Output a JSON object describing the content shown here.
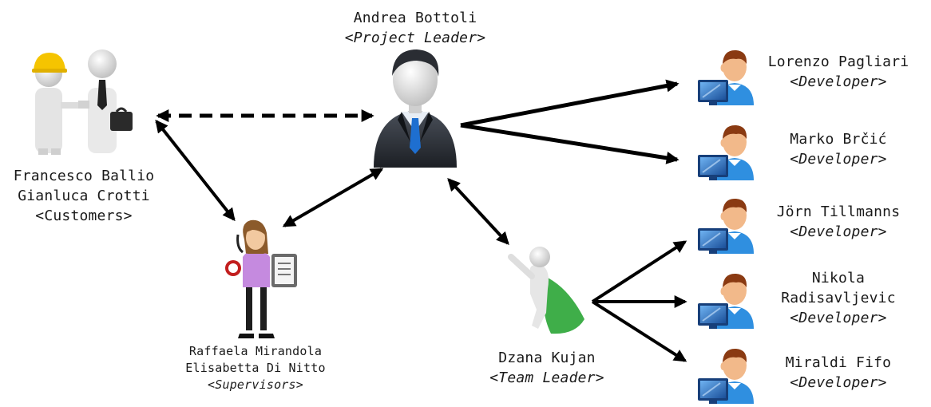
{
  "colors": {
    "arrow": "#000000",
    "suit": "#2b2f36",
    "shirt": "#e8eef5",
    "tie": "#1e6fd0",
    "skin": "#f2b98a",
    "hair_dev": "#8a3a12",
    "dev_shirt": "#2f8fe0",
    "monitor": "#1a5fb0",
    "cape": "#3fae49",
    "figure_grey": "#d6d6d6",
    "hardhat": "#f5c400",
    "supervisor_shirt": "#c58adf",
    "supervisor_hair": "#8b5a2b"
  },
  "project_leader": {
    "name": "Andrea Bottoli",
    "role": "<Project Leader>"
  },
  "customers": {
    "names": [
      "Francesco Ballio",
      "Gianluca Crotti"
    ],
    "role": "<Customers>"
  },
  "supervisors": {
    "names": [
      "Raffaela Mirandola",
      "Elisabetta Di Nitto"
    ],
    "role": "<Supervisors>"
  },
  "team_leader": {
    "name": "Dzana Kujan",
    "role": "<Team Leader>"
  },
  "developers": [
    {
      "name_lines": [
        "Lorenzo Pagliari"
      ],
      "role": "<Developer>"
    },
    {
      "name_lines": [
        "Marko Brčić"
      ],
      "role": "<Developer>"
    },
    {
      "name_lines": [
        "Jörn Tillmanns"
      ],
      "role": "<Developer>"
    },
    {
      "name_lines": [
        "Nikola",
        "Radisavljevic"
      ],
      "role": "<Developer>"
    },
    {
      "name_lines": [
        "Miraldi Fifo"
      ],
      "role": "<Developer>"
    }
  ],
  "icons": {
    "project_leader": "businessman-icon",
    "customers": "handshake-icon",
    "supervisor": "supervisor-with-clipboard-icon",
    "team_leader": "superhero-icon",
    "developer": "developer-at-computer-icon"
  }
}
